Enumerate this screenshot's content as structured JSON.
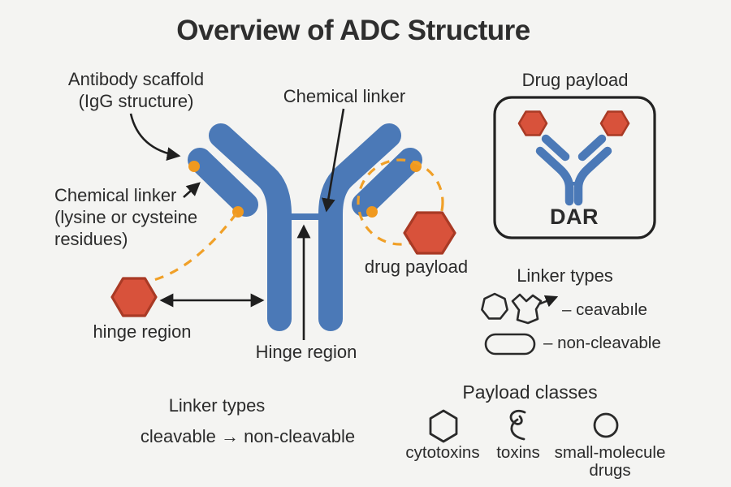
{
  "title": "Overview of ADC Structure",
  "colors": {
    "background": "#f4f4f2",
    "antibody_blue": "#4b79b7",
    "payload_red": "#d8523b",
    "payload_red_border": "#a93a25",
    "linker_orange": "#f0991f",
    "ink": "#2b2b2b"
  },
  "annotations": {
    "antibody_scaffold_line1": "Antibody scaffold",
    "antibody_scaffold_line2": "(IgG structure)",
    "chemical_linker_top": "Chemical linker",
    "chemical_linker_side_line1": "Chemical linker",
    "chemical_linker_side_line2": "(lysine or cysteine",
    "chemical_linker_side_line3": "residues)",
    "drug_payload": "drug payload",
    "hinge_region_lower": "hinge region",
    "hinge_region_center": "Hinge region"
  },
  "drug_payload_box": {
    "title": "Drug payload",
    "dar_label": "DAR"
  },
  "linker_types_legend": {
    "title": "Linker types",
    "cleavable_label": "– ceavabıle",
    "non_cleavable_label": "– non-cleavable"
  },
  "payload_classes": {
    "title": "Payload classes",
    "items": [
      {
        "label": "cytotoxins"
      },
      {
        "label": "toxins"
      },
      {
        "label": "small-molecule drugs"
      }
    ]
  },
  "linker_types_bottom": {
    "title": "Linker types",
    "text": "cleavable → non-cleavable"
  }
}
